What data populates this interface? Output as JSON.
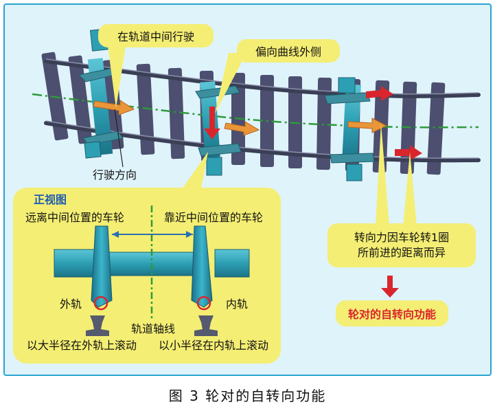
{
  "labels": {
    "center_travel": "在轨道中间行驶",
    "bias_outer": "偏向曲线外侧",
    "travel_direction": "行驶方向",
    "front_view": "正视图",
    "wheel_far": "远离中间位置的车轮",
    "wheel_near": "靠近中间位置的车轮",
    "outer_rail": "外轨",
    "inner_rail": "内轨",
    "track_axis": "轨道轴线",
    "roll_outer": "以大半径在外轨上滚动",
    "roll_inner": "以小半径在内轨上滚动",
    "reason_line1": "转向力因车轮转1圈",
    "reason_line2": "所前进的距离而异",
    "result": "轮对的自转向功能"
  },
  "caption": "图 3   轮对的自转向功能",
  "colors": {
    "frame_bg": "#dff3fb",
    "frame_border": "#2aa3cf",
    "callout_bg": "#f4ee74",
    "sleeper": "#4c4f6f",
    "rail": "#3a3f55",
    "axle": "#2d9fb3",
    "track_axis_line": "#2e9a3a",
    "arrow_orange": "#e9963a",
    "arrow_red": "#d9262c",
    "result_text": "#d9262c",
    "front_view_text": "#1e5bb0"
  }
}
